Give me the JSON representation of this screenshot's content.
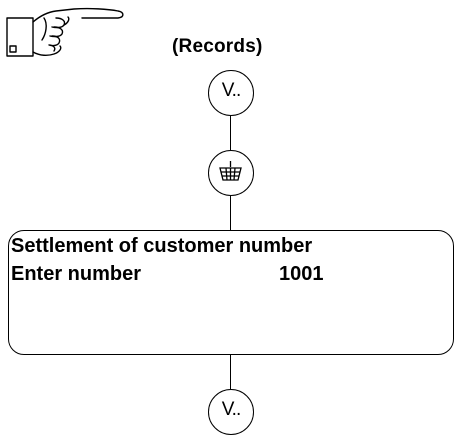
{
  "header": {
    "title": "(Records)"
  },
  "flow": {
    "key_top_label": "V..",
    "key_bottom_label": "V.."
  },
  "display": {
    "line1": "Settlement of customer number",
    "line2_label": "Enter number",
    "line2_value": "1001"
  },
  "icons": {
    "pointing": "pointing-hand-icon",
    "basket": "basket-icon"
  }
}
